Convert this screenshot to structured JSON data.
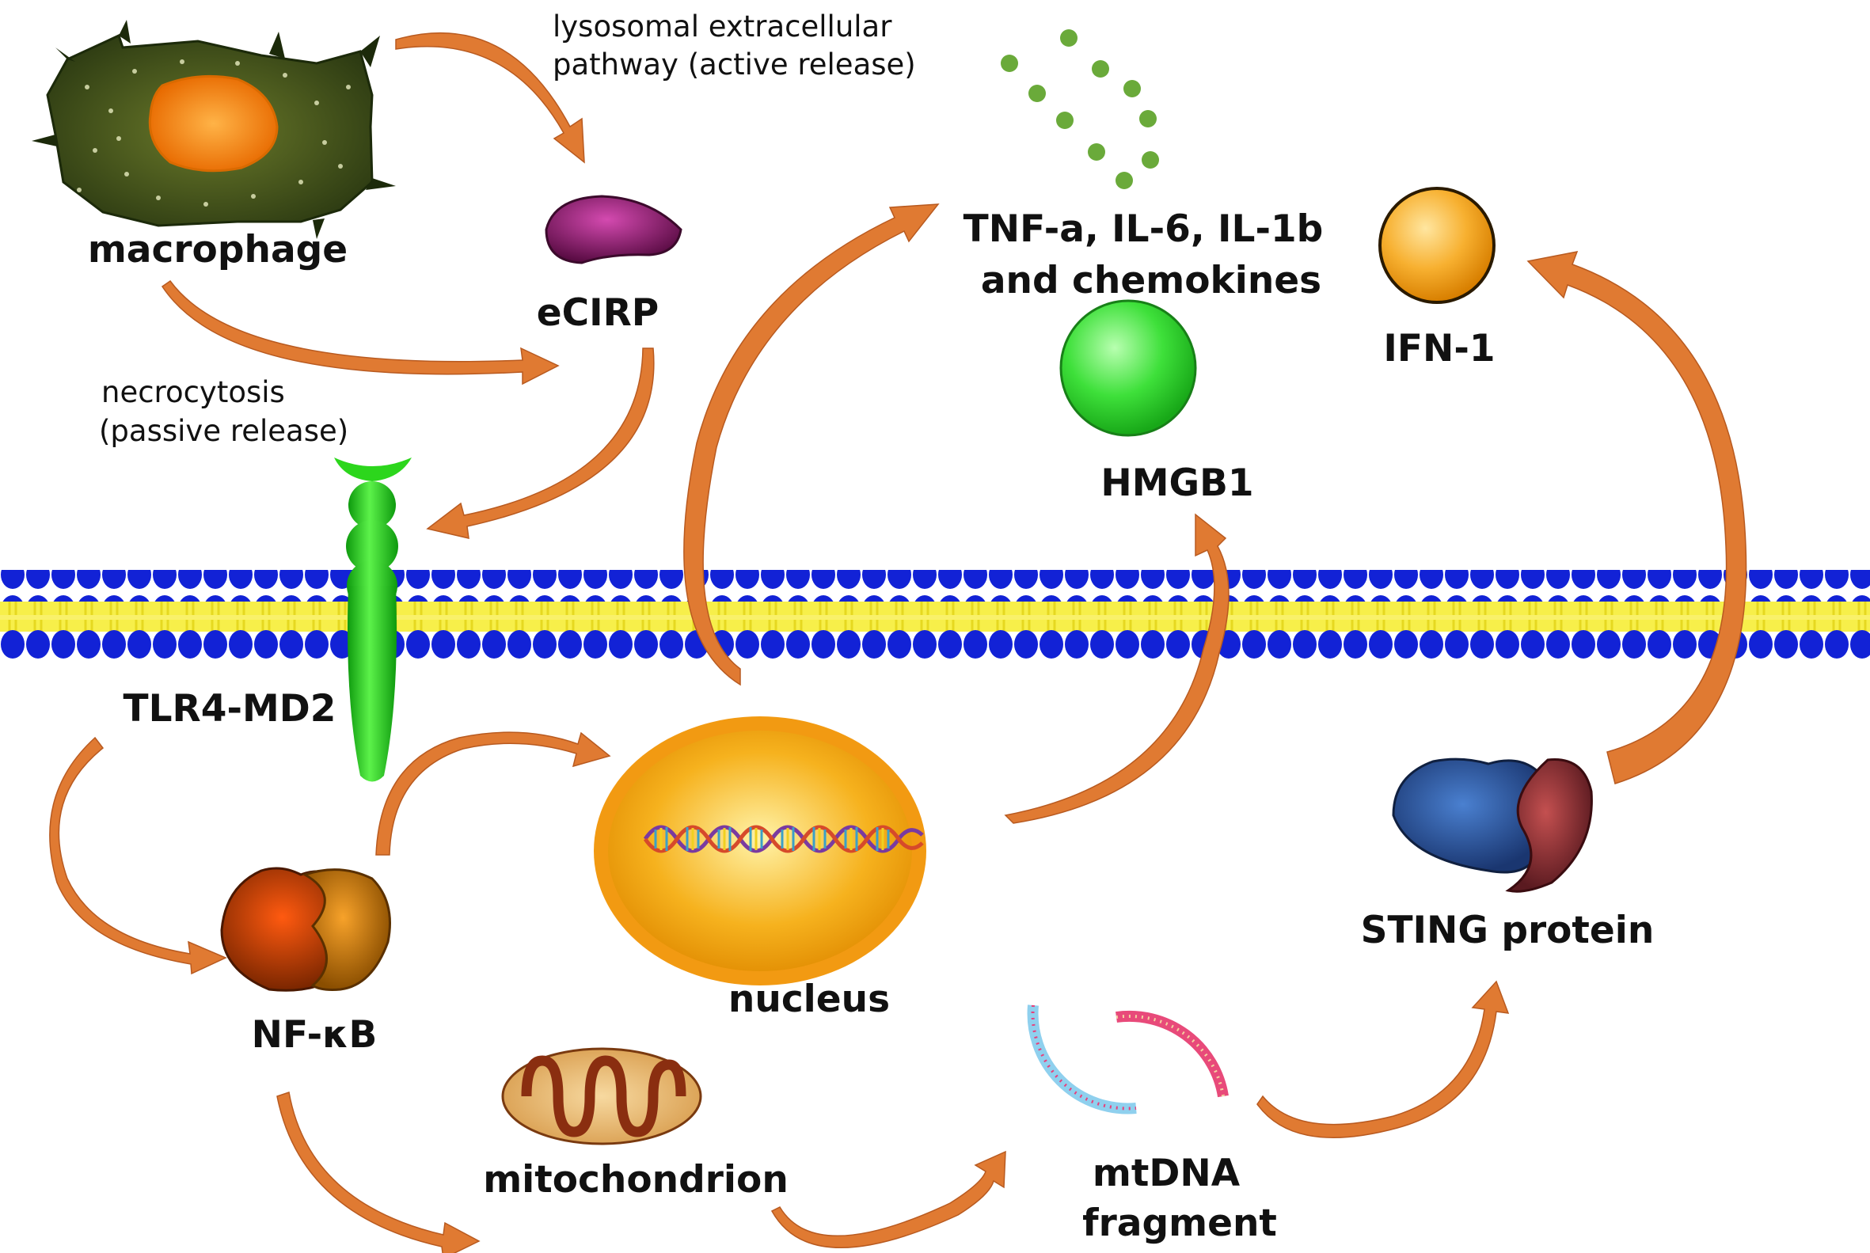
{
  "labels": {
    "macrophage": "macrophage",
    "lysosomal_line1": "lysosomal extracellular",
    "lysosomal_line2": "pathway (active release)",
    "ecirp": "eCIRP",
    "necrocytosis_line1": "necrocytosis",
    "necrocytosis_line2": "(passive release)",
    "cytokines_line1": "TNF-a, IL-6, IL-1b",
    "cytokines_line2": "and chemokines",
    "hmgb1": "HMGB1",
    "ifn1": "IFN-1",
    "tlr4": "TLR4-MD2",
    "nfkb": "NF-κB",
    "nucleus": "nucleus",
    "mitochondrion": "mitochondrion",
    "mtdna_line1": "mtDNA",
    "mtdna_line2": "fragment",
    "sting": "STING protein"
  },
  "colors": {
    "arrow": "#e07a32",
    "membrane_head": "#1020d8",
    "membrane_tail": "#f2ea30",
    "tlr4": "#22cc11",
    "hmgb1": "#44e044",
    "ifn1": "#f5a623",
    "ecirp": "#8a1a6a",
    "nucleus": "#f6a51a",
    "cytokine_dots": "#6aaa3a"
  }
}
